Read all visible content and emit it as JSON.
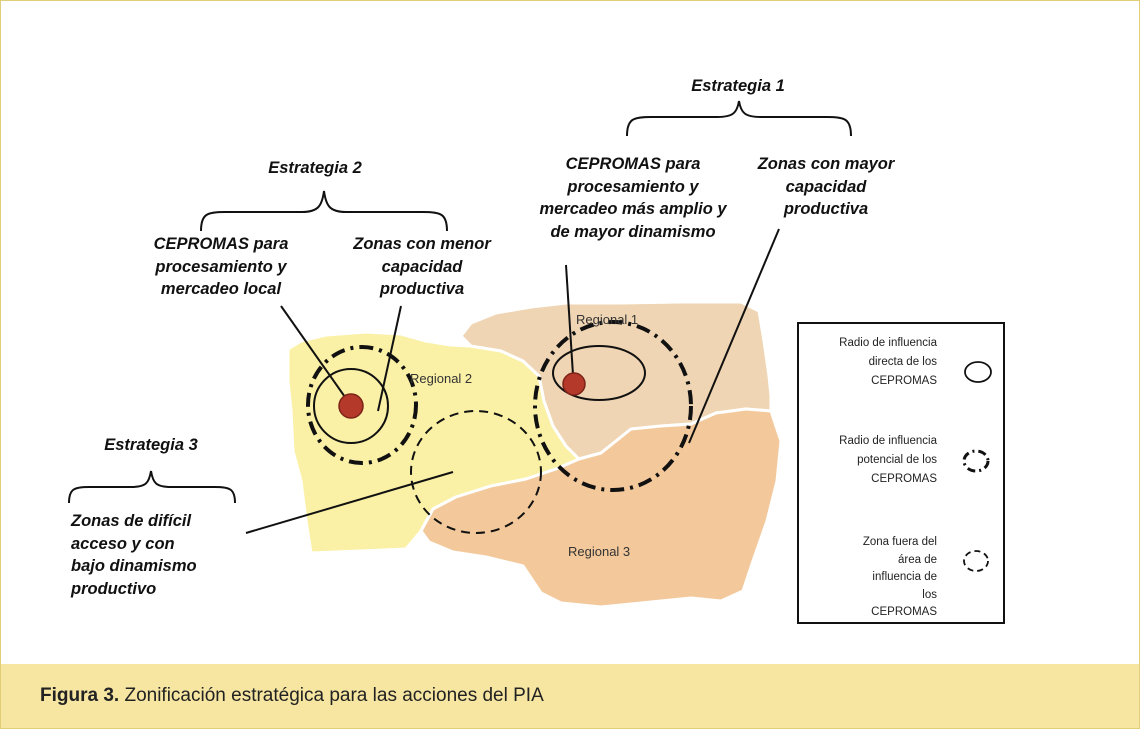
{
  "figure": {
    "strategies": [
      {
        "title": "Estrategia 1",
        "cepromas_text": "CEPROMAS para\nprocesamiento y\nmercadeo más amplio y\nde mayor dinamismo",
        "zone_text": "Zonas con mayor\ncapacidad\nproductiva"
      },
      {
        "title": "Estrategia 2",
        "cepromas_text": "CEPROMAS para\nprocesamiento y\nmercadeo local",
        "zone_text": "Zonas con menor\ncapacidad\nproductiva"
      },
      {
        "title": "Estrategia 3",
        "zone_text": "Zonas de difícil\nacceso y con\nbajo dinamismo\nproductivo"
      }
    ],
    "regions": [
      "Regional 1",
      "Regional 2",
      "Regional 3"
    ],
    "legend": [
      {
        "text": "Radio de influencia\ndirecta de los\nCEPROMAS",
        "symbol": "solid-ellipse-icon"
      },
      {
        "text": "Radio de influencia\npotencial de los\nCEPROMAS",
        "symbol": "dash-dot-ellipse-icon"
      },
      {
        "text": "Zona fuera del\nárea de\ninfluencia de\nlos\nCEPROMAS",
        "symbol": "dashed-ellipse-icon"
      }
    ]
  },
  "caption": {
    "label": "Figura 3.",
    "text": "Zonificación estratégica para las acciones del PIA"
  },
  "colors": {
    "regional_1": "#efd5b3",
    "regional_2": "#faf1a6",
    "regional_3": "#f3c99c",
    "cepromas_dot": "#b5392a",
    "caption_background": "#f6e6a2",
    "frame_border": "#e2ce78"
  }
}
